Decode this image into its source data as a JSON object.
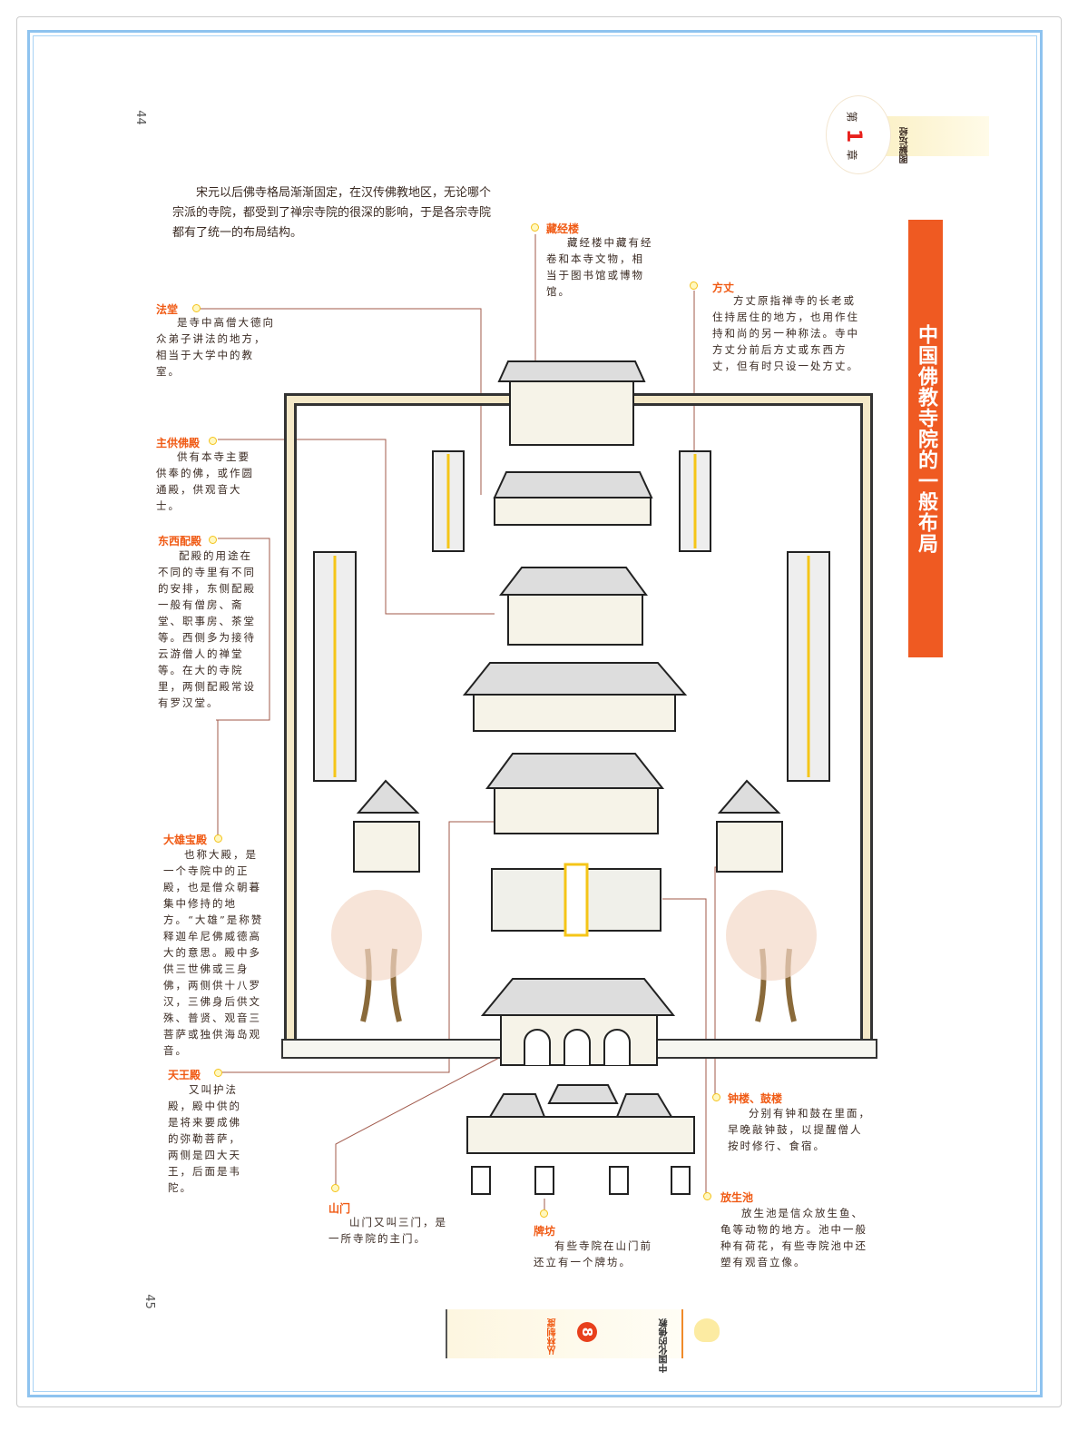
{
  "page_numbers": {
    "top": "44",
    "bottom": "45"
  },
  "header": {
    "chapter_prefix": "第",
    "chapter_number": "1",
    "chapter_suffix": "章",
    "book_title": "图解坛经"
  },
  "title": "中国佛教寺院的一般布局",
  "intro": "宋元以后佛寺格局渐渐固定，在汉传佛教地区，无论哪个宗派的寺院，都受到了禅宗寺院的很深的影响，于是各宗寺院都有了统一的布局结构。",
  "annotations": {
    "fatang": {
      "label": "法堂",
      "text": "是寺中高僧大德向众弟子讲法的地方，相当于大学中的教室。"
    },
    "cangjinglou": {
      "label": "藏经楼",
      "text": "藏经楼中藏有经卷和本寺文物，相当于图书馆或博物馆。"
    },
    "fangzhang": {
      "label": "方丈",
      "text": "方丈原指禅寺的长老或住持居住的地方，也用作住持和尚的另一种称法。寺中方丈分前后方丈或东西方丈，但有时只设一处方丈。"
    },
    "zhugongfodian": {
      "label": "主供佛殿",
      "text": "供有本寺主要供奉的佛，或作圆通殿，供观音大士。"
    },
    "dongxipeidian": {
      "label": "东西配殿",
      "text": "配殿的用途在不同的寺里有不同的安排，东侧配殿一般有僧房、斋堂、职事房、茶堂等。西侧多为接待云游僧人的禅堂等。在大的寺院里，两侧配殿常设有罗汉堂。"
    },
    "daxiongbaodian": {
      "label": "大雄宝殿",
      "text": "也称大殿，是一个寺院中的正殿，也是僧众朝暮集中修持的地方。“大雄”是称赞释迦牟尼佛威德高大的意思。殿中多供三世佛或三身佛，两侧供十八罗汉，三佛身后供文殊、普贤、观音三菩萨或独供海岛观音。"
    },
    "tianwangdian": {
      "label": "天王殿",
      "text": "又叫护法殿，殿中供的是将来要成佛的弥勒菩萨，两侧是四大天王，后面是韦陀。"
    },
    "shanmen": {
      "label": "山门",
      "text": "山门又叫三门，是一所寺院的主门。"
    },
    "paifang": {
      "label": "牌坊",
      "text": "有些寺院在山门前还立有一个牌坊。"
    },
    "zhonglougulou": {
      "label": "钟楼、鼓楼",
      "text": "分别有钟和鼓在里面，早晚敲钟鼓，以提醒僧人按时修行、食宿。"
    },
    "fangshengchi": {
      "label": "放生池",
      "text": "放生池是信众放生鱼、龟等动物的地方。池中一般种有荷花，有些寺院池中还塑有观音立像。"
    }
  },
  "footer": {
    "left_text": "中国化的佛教",
    "number": "8",
    "right_text": "丛林制度"
  },
  "colors": {
    "accent": "#ef5a22",
    "label": "#f05a14",
    "frame": "#8ec3ef",
    "roof_yellow": "#f5c518"
  }
}
